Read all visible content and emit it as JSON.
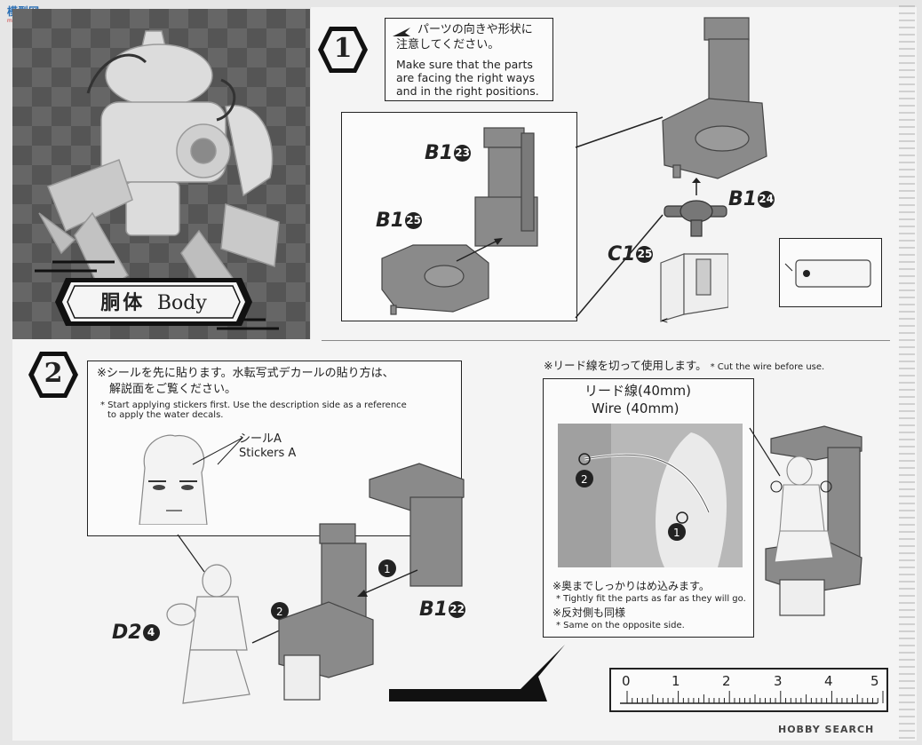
{
  "corner_logo": {
    "text": "模型网",
    "subtext": "moxingcompany"
  },
  "title": {
    "jp": "胴体",
    "en": "Body"
  },
  "step1": {
    "number": "1",
    "note_jp_line1": "パーツの向きや形状に",
    "note_jp_line2": "注意してください。",
    "note_en_line1": "Make sure that the parts",
    "note_en_line2": "are facing the right ways",
    "note_en_line3": "and in the right positions.",
    "parts": [
      {
        "code": "B1",
        "num": "23"
      },
      {
        "code": "B1",
        "num": "25"
      },
      {
        "code": "B1",
        "num": "24"
      },
      {
        "code": "C1",
        "num": "25"
      }
    ]
  },
  "step2": {
    "number": "2",
    "sticker_note_jp_line1": "※シールを先に貼ります。水転写式デカールの貼り方は、",
    "sticker_note_jp_line2": "解説面をご覧ください。",
    "sticker_note_en_line1": "* Start applying stickers first. Use the description side as a reference",
    "sticker_note_en_line2": "to apply the water decals.",
    "sticker_label_jp": "シールA",
    "sticker_label_en": "Stickers A",
    "wire_note_jp": "※リード線を切って使用します。",
    "wire_note_en": "* Cut the wire before use.",
    "wire_label_jp": "リード線(40mm)",
    "wire_label_en": "Wire (40mm)",
    "fit_note_jp": "※奥までしっかりはめ込みます。",
    "fit_note_en": "* Tightly fit the parts as far as they will go.",
    "opposite_note_jp": "※反対側も同様",
    "opposite_note_en": "* Same on the opposite side.",
    "parts": [
      {
        "code": "B1",
        "num": "22"
      },
      {
        "code": "D2",
        "num": "4"
      }
    ],
    "steps": [
      "1",
      "2"
    ]
  },
  "ruler": {
    "ticks": [
      "0",
      "1",
      "2",
      "3",
      "4",
      "5"
    ]
  },
  "watermark": "HOBBY SEARCH"
}
